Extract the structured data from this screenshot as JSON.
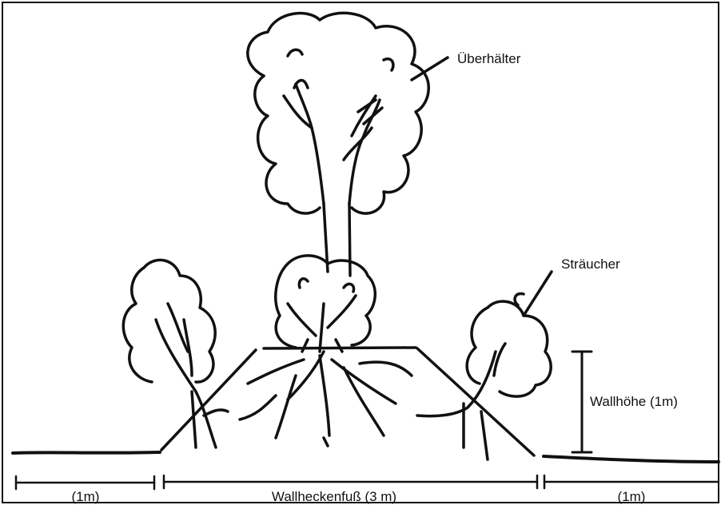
{
  "labels": {
    "standard_tree": "Überhälter",
    "shrubs": "Sträucher",
    "wall_height": "Wallhöhe (1m)",
    "left_margin": "(1m)",
    "hedge_base": "Wallheckenfuß (3 m)",
    "right_margin": "(1m)"
  }
}
